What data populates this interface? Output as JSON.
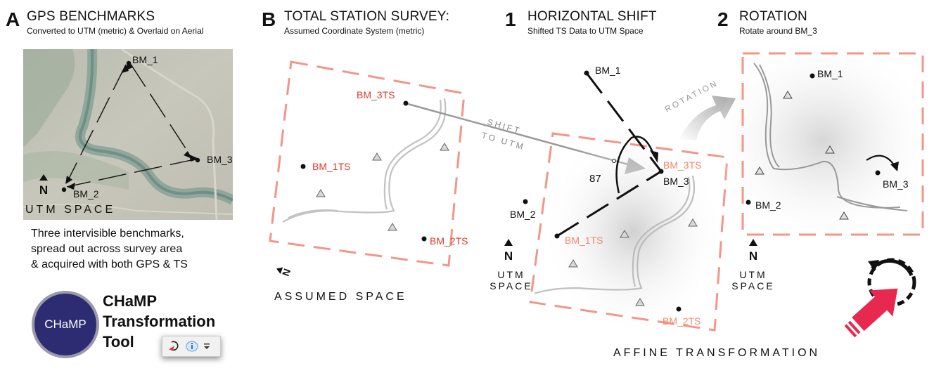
{
  "panels": {
    "a": {
      "letter": "A",
      "title": "GPS BENCHMARKS",
      "subtitle": "Converted to UTM (metric) & Overlaid on Aerial"
    },
    "b": {
      "letter": "B",
      "title": "TOTAL STATION SURVEY:",
      "subtitle": "Assumed Coordinate System (metric)"
    },
    "one": {
      "letter": "1",
      "title": "HORIZONTAL SHIFT",
      "subtitle": "Shifted TS Data to UTM Space"
    },
    "two": {
      "letter": "2",
      "title": "ROTATION",
      "subtitle": "Rotate around BM_3"
    }
  },
  "aerial": {
    "bm1": "BM_1",
    "bm2": "BM_2",
    "bm3": "BM_3",
    "north": "N",
    "space_label": "UTM SPACE"
  },
  "description": [
    "Three intervisible benchmarks,",
    "spread out across survey area",
    "& acquired with both GPS & TS"
  ],
  "survey": {
    "bm1ts": "BM_1TS",
    "bm2ts": "BM_2TS",
    "bm3ts": "BM_3TS",
    "space_label": "ASSUMED SPACE",
    "north": "N"
  },
  "shift": {
    "line1": "SHIFT",
    "line2": "TO UTM"
  },
  "horizontal": {
    "bm1": "BM_1",
    "bm2": "BM_2",
    "bm3": "BM_3",
    "bm1ts": "BM_1TS",
    "bm2ts": "BM_2TS",
    "bm3ts": "BM_3TS",
    "angle": "87",
    "north": "N",
    "utm1": "UTM",
    "utm2": "SPACE"
  },
  "rotation_label": "ROTATION",
  "rotation_panel": {
    "bm1": "BM_1",
    "bm2": "BM_2",
    "bm3": "BM_3",
    "north": "N",
    "utm1": "UTM",
    "utm2": "SPACE"
  },
  "affine_label": "AFFINE TRANSFORMATION",
  "logo": {
    "text": "CHaMP"
  },
  "tool": {
    "line1": "CHaMP",
    "line2": "Transformation",
    "line3": "Tool"
  },
  "colors": {
    "red": "#e0392b",
    "salmon": "#f08a6e",
    "dash": "#f2968a",
    "navy": "#2d2c73",
    "magenta": "#e8294f"
  }
}
